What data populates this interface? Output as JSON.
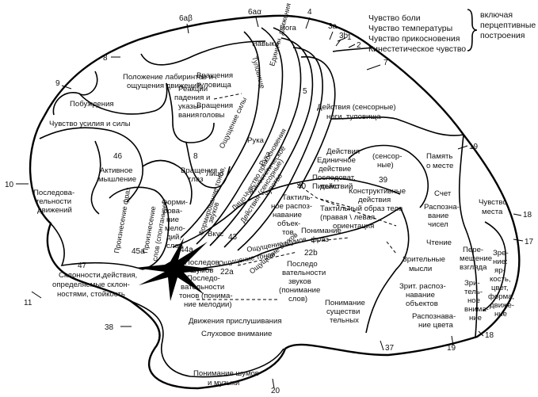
{
  "area_numbers": {
    "n6ab": "6aβ",
    "n6ad": "6aα",
    "n4": "4",
    "n3a": "3a",
    "n3b": "3b",
    "n1": "1",
    "n2": "2",
    "n8top": "8",
    "n9": "9",
    "n7": "7",
    "n5": "5",
    "n46": "46",
    "n8mid": "8",
    "n10": "10",
    "n19a": "19",
    "n39": "39",
    "n40": "40",
    "n18a": "18",
    "n17": "17",
    "n43": "43",
    "n45a": "45a",
    "n44a": "44a",
    "n47": "47",
    "n22a": "22a",
    "n22b": "22b",
    "n11": "11",
    "n38": "38",
    "n37": "37",
    "n19b": "19",
    "n18b": "18",
    "n20": "20"
  },
  "legend": {
    "pain": "Чувство боли",
    "temp": "Чувство температуры",
    "touch": "Чувство прикосновения",
    "kin": "Кинестетическое чувство",
    "brace1": "включая",
    "brace2": "перцептивные",
    "brace3": "построения"
  },
  "labels": {
    "noga": "Нога",
    "navyki": "Навыки",
    "labyr1": "Положение лабиринтов и",
    "labyr2": "ощущения движений",
    "reak1": "Реакции",
    "reak2": "падения и",
    "reak3": "указы-",
    "reak4": "вания",
    "vrtul1": "Вращения",
    "vrtul2": "туловища",
    "vrgol1": "Вращения",
    "vrgol2": "головы",
    "pobuzh": "Побуждения",
    "usil": "Чувство усилия и силы",
    "dejst1": "Действия (сенсорные)",
    "dejst2": "ноги, туловища",
    "act1": "Активное",
    "act2": "мышление",
    "vrgl1": "Вращения",
    "vrgl2": "глаз",
    "posl1": "Последова-",
    "posl2": "тельности",
    "posl3": "движений",
    "pamyat1": "Память",
    "pamyat2": "о месте",
    "schet": "Счет",
    "raspchis1": "Распозна-",
    "raspchis2": "вание",
    "raspchis3": "чисел",
    "chtenie": "Чтение",
    "chmesta1": "Чувство",
    "chmesta2": "места",
    "perem1": "Пере-",
    "perem2": "мещение",
    "perem3": "взгляда",
    "zrit1": "Зрительные",
    "zrit2": "мысли",
    "zritvn1": "Зри-",
    "zritvn2": "тель-",
    "zritvn3": "ное",
    "zritvn4": "внима-",
    "zritvn5": "ние",
    "zrenie1": "Зре-",
    "zrenie2": "ние:",
    "zrenie3": "яр-",
    "zrenie4": "кость,",
    "zrenie5": "цвет,",
    "zrenie6": "форма,",
    "zrenie7": "движе-",
    "zrenie8": "ние",
    "zritob1": "Зрит. распоз-",
    "zritob2": "навание",
    "zritob3": "объектов",
    "raspcv1": "Распознава-",
    "raspcv2": "ние цвета",
    "ponsush1": "Понимание",
    "ponsush2": "существи",
    "ponsush3": "тельных",
    "dvprisl": "Движения прислушивания",
    "sluh": "Слуховое внимание",
    "ponshum1": "Понимание шумов",
    "ponshum2": "и музыки",
    "sklon1": "Склонности,действия,",
    "sklon2": "определяемые склон-",
    "sklon3": "ностями, стойкость",
    "vkus": "Вкус",
    "ponfraz1": "Понимание",
    "ponfraz2": "фраз",
    "konstr1": "Конструктивные",
    "konstr2": "действия",
    "pismo": "Письмо",
    "posledzv1": "Последо",
    "posledzv2": "вательности",
    "posledzv3": "звуков",
    "posledzv4": "(понимание",
    "posledzv5": "слов)",
    "posltonov1": "Последо-",
    "posltonov2": "вательности",
    "posltonov3": "тонов (понима-",
    "posltonov4": "ние мелодии)",
    "shumov1": "Последов.",
    "shumov2": "шумов",
    "taktil1": "Тактиль-",
    "taktil2": "ное распоз-",
    "taktil3": "навание",
    "taktil4": "объек-",
    "taktil5": "тов",
    "takob1": "Тактильный образ тела",
    "takob2": "(правая \\ левая",
    "takob3": "ориентация",
    "eddej1": "Действия",
    "eddej2": "Единичное",
    "eddej3": "действие",
    "eddej4": "Последоват.",
    "eddej5": "действий",
    "sens1": "(сенсор-",
    "sens2": "ные)",
    "forml1": "Форми-",
    "forml2": "рова-",
    "forml3": "ние",
    "forml4": "мело-",
    "forml5": "дий,",
    "forml6": "слов",
    "ruka": "Рука",
    "ruka2": "Рука",
    "litso": "Лицо",
    "litso2": "Лицо"
  },
  "rotated": {
    "tulov": "Туловище",
    "edindv": "Единичн. движения",
    "oshsil": "Ощущение силы",
    "chprik": "Чувство прикосновения",
    "kinest": "Кинестетическое",
    "chuvstvo": "чувство",
    "dejsens": "Действия (сенсорные)",
    "formton": "Формирование тонов,",
    "zvukov": "звуков",
    "proizfraz": "Произнесение фраз",
    "proizsl1": "Произнесение",
    "proizsl2": "слов (спонтанное)",
    "oshshum": "Ощущение шумов",
    "oshton": "Ощущение тонов",
    "oshzv": "Ощущение звуков"
  }
}
